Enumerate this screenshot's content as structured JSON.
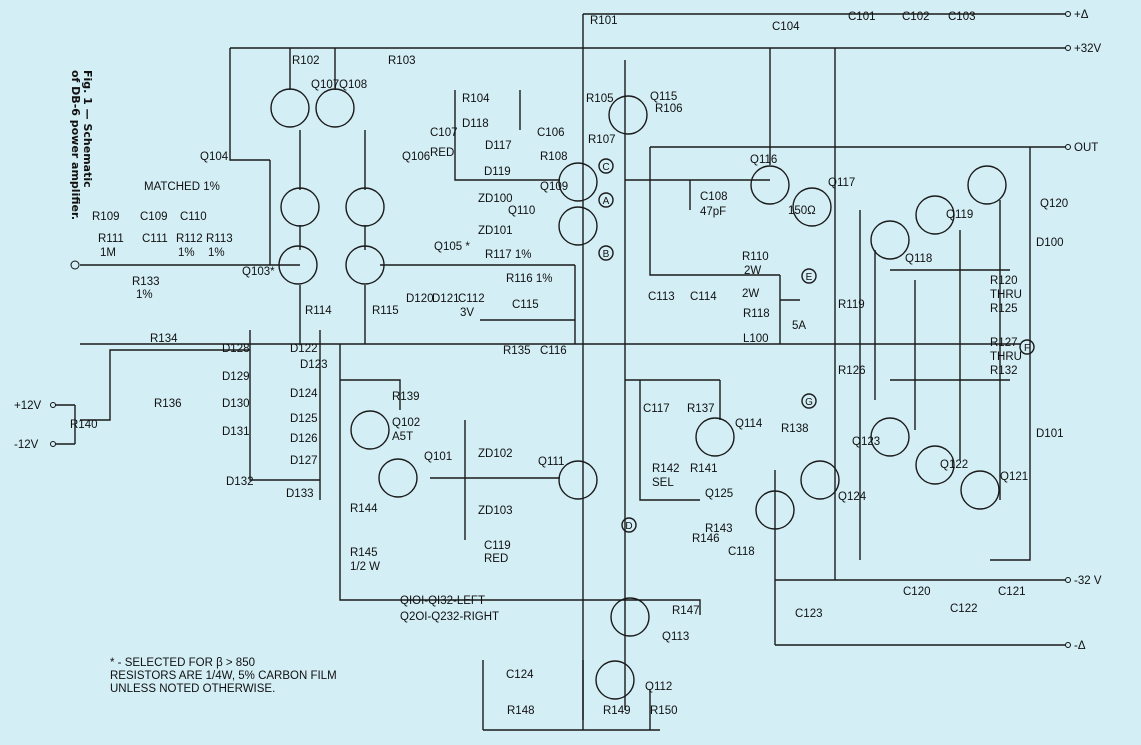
{
  "caption": {
    "line1": "Fig. 1 — Schematic",
    "line2": "of DB-6 power amplifier."
  },
  "terminals": {
    "plus_delta": "+Δ",
    "plus_32v": "+32V",
    "out": "OUT",
    "minus_32v": "-32 V",
    "minus_delta": "-Δ",
    "plus_12v": "+12V",
    "minus_12v": "-12V"
  },
  "nodes": {
    "A": "A",
    "B": "B",
    "C": "C",
    "D": "D",
    "E": "E",
    "F": "F",
    "G": "G"
  },
  "labels": {
    "R101": "R101",
    "C104": "C104",
    "C101": "C101",
    "C102": "C102",
    "C103": "C103",
    "R102": "R102",
    "Q107": "Q107",
    "Q108": "Q108",
    "R103": "R103",
    "R104": "R104",
    "R105": "R105",
    "Q115": "Q115",
    "R106": "R106",
    "C107": "C107",
    "RED1": "RED",
    "D118": "D118",
    "D117": "D117",
    "D119": "D119",
    "C106": "C106",
    "R107": "R107",
    "R108": "R108",
    "Q109": "Q109",
    "ZD100": "ZD100",
    "Q110": "Q110",
    "ZD101": "ZD101",
    "Q116": "Q116",
    "C108": "C108",
    "pF47": "47pF",
    "Q117": "Q117",
    "R150ohm": "150Ω",
    "Q120": "Q120",
    "Q119": "Q119",
    "Q118": "Q118",
    "D100": "D100",
    "Q104": "Q104",
    "Q106": "Q106",
    "Q103": "Q103*",
    "Q105": "Q105 *",
    "MATCHED": "MATCHED 1%",
    "C109": "C109",
    "C110": "C110",
    "R109": "R109",
    "R111": "R111",
    "M1": "1M",
    "C111": "C111",
    "R112": "R112",
    "P1a": "1%",
    "R113": "R113",
    "P1b": "1%",
    "R133": "R133",
    "P1c": "1%",
    "R114": "R114",
    "R115": "R115",
    "D120": "D120",
    "D121": "D121",
    "C112": "C112",
    "V3": "3V",
    "R117": "R117 1%",
    "R116": "R116 1%",
    "C115": "C115",
    "R135": "R135",
    "C116": "C116",
    "R110": "R110",
    "W2a": "2W",
    "W2b": "2W",
    "R118": "R118",
    "L100": "L100",
    "A5": "5A",
    "C113": "C113",
    "C114": "C114",
    "R119": "R119",
    "R120": "R120",
    "THRU1": "THRU",
    "R125": "R125",
    "R127": "R127",
    "THRU2": "THRU",
    "R132": "R132",
    "R126": "R126",
    "D101": "D101",
    "R134": "R134",
    "D128": "D128",
    "D129": "D129",
    "R136": "R136",
    "D130": "D130",
    "D131": "D131",
    "D132": "D132",
    "D122": "D122",
    "D123": "D123",
    "D124": "D124",
    "D125": "D125",
    "D126": "D126",
    "D127": "D127",
    "D133": "D133",
    "R140": "R140",
    "R139": "R139",
    "Q102": "Q102",
    "A5T": "A5T",
    "Q101": "Q101",
    "ZD102": "ZD102",
    "ZD103": "ZD103",
    "Q111": "Q111",
    "R144": "R144",
    "R145": "R145",
    "W12": "1/2 W",
    "C119": "C119",
    "RED2": "RED",
    "C117": "C117",
    "R137": "R137",
    "Q114": "Q114",
    "R142": "R142",
    "SEL": "SEL",
    "R141": "R141",
    "Q125": "Q125",
    "R146": "R146",
    "R143": "R143",
    "C118": "C118",
    "R138": "R138",
    "Q124": "Q124",
    "Q123": "Q123",
    "Q122": "Q122",
    "Q121": "Q121",
    "C120": "C120",
    "C122": "C122",
    "C121": "C121",
    "C123": "C123",
    "R147": "R147",
    "Q113": "Q113",
    "Q112": "Q112",
    "C124": "C124",
    "R148": "R148",
    "R149": "R149",
    "R150": "R150"
  },
  "channel_note": {
    "line1": "QIOI-QI32-LEFT",
    "line2": "Q2OI-Q232-RIGHT"
  },
  "footnote": {
    "line1": "* - SELECTED FOR β > 850",
    "line2": "RESISTORS ARE 1/4W, 5% CARBON FILM",
    "line3": "UNLESS NOTED OTHERWISE."
  }
}
